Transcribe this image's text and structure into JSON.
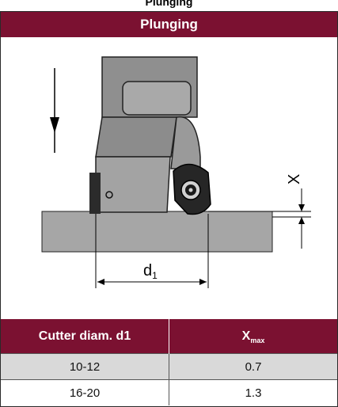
{
  "top_text": "Plunging",
  "header": {
    "title": "Plunging"
  },
  "diagram": {
    "dim_label_d": "d",
    "dim_label_d_sub": "1",
    "dim_label_x": "X"
  },
  "table": {
    "col1": "Cutter diam. d1",
    "col2": "X",
    "col2_sub": "max",
    "rows": [
      {
        "diam": "10-12",
        "x": "0.7"
      },
      {
        "diam": "16-20",
        "x": "1.3"
      }
    ]
  }
}
